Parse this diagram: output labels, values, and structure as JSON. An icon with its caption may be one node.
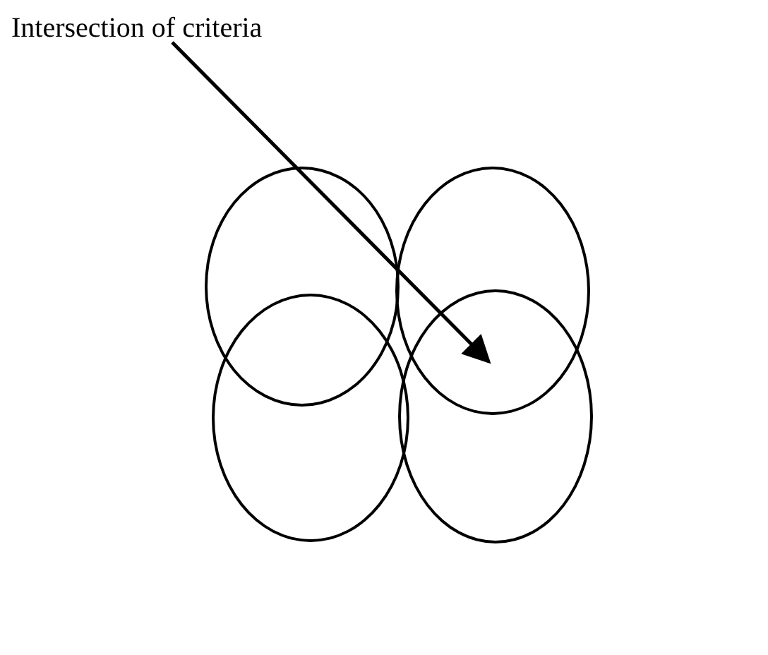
{
  "diagram": {
    "nodes": [
      {
        "text": [
          "Intersection of criteria"
        ]
      },
      {
        "text": [],
        "shape": "circle"
      },
      {
        "text": [],
        "shape": "circle"
      },
      {
        "text": [],
        "shape": "circle"
      },
      {
        "text": [],
        "shape": "circle"
      }
    ],
    "edges": [
      {
        "from": 0,
        "to": 2,
        "arrow": "to"
      }
    ]
  }
}
